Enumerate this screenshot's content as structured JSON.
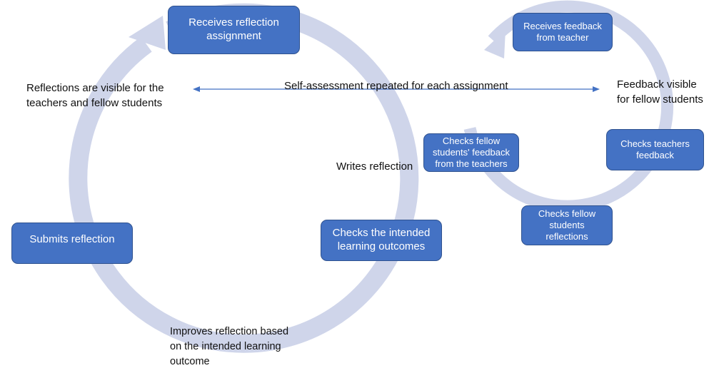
{
  "colors": {
    "box_fill": "#4472c4",
    "box_border": "#2f528f",
    "ring": "#cfd5ea",
    "connector": "#4472c4",
    "text": "#111111",
    "box_text": "#ffffff"
  },
  "main_cycle": {
    "steps": [
      {
        "id": "receives-assignment",
        "label": "Receives reflection assignment"
      },
      {
        "id": "writes-reflection",
        "label": "Writes reflection"
      },
      {
        "id": "checks-ilo",
        "label": "Checks the intended learning outcomes"
      },
      {
        "id": "improves-reflection",
        "label": "Improves reflection based on the intended learning outcome"
      },
      {
        "id": "submits-reflection",
        "label": "Submits reflection"
      }
    ],
    "side_note": "Reflections are visible for the teachers and fellow students"
  },
  "feedback_cycle": {
    "steps": [
      {
        "id": "receives-feedback",
        "label": "Receives feedback from teacher"
      },
      {
        "id": "checks-teachers-feedback",
        "label": "Checks teachers feedback"
      },
      {
        "id": "checks-fellow-reflections",
        "label": "Checks fellow students reflections"
      },
      {
        "id": "checks-fellow-feedback",
        "label": "Checks fellow students' feedback from the teachers"
      }
    ],
    "side_note": "Feedback visible for fellow students"
  },
  "connector": {
    "label": "Self-assessment repeated for each assignment",
    "direction": "bidirectional"
  }
}
